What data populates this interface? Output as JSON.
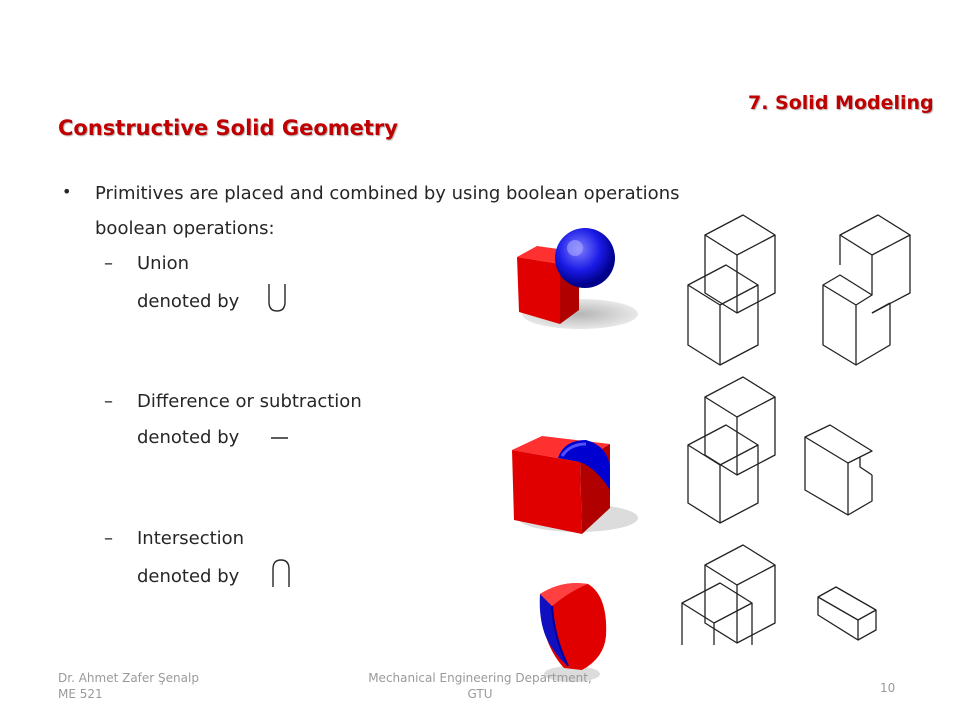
{
  "header": {
    "section": "7. Solid Modeling",
    "title": "Constructive Solid Geometry"
  },
  "content": {
    "bullet_text": "Primitives are placed and combined by using boolean operations",
    "subheading": "boolean operations:",
    "operations": [
      {
        "name": "Union",
        "denoted": "denoted by",
        "symbol_icon": "union-symbol-icon"
      },
      {
        "name": "Difference or subtraction",
        "denoted": "denoted by",
        "symbol_icon": "minus-symbol-icon"
      },
      {
        "name": "Intersection",
        "denoted": "denoted by",
        "symbol_icon": "intersection-symbol-icon"
      }
    ],
    "dash": "–",
    "bullet_glyph": "•"
  },
  "footer": {
    "author_line1": "Dr. Ahmet Zafer Şenalp",
    "author_line2": "ME 521",
    "dept_line1": "Mechanical Engineering Department,",
    "dept_line2": "GTU",
    "page_number": "10"
  },
  "colors": {
    "title_red": "#c00000",
    "solid_red": "#e00000",
    "solid_blue": "#1010e0",
    "footer_gray": "#9a9a9a"
  }
}
